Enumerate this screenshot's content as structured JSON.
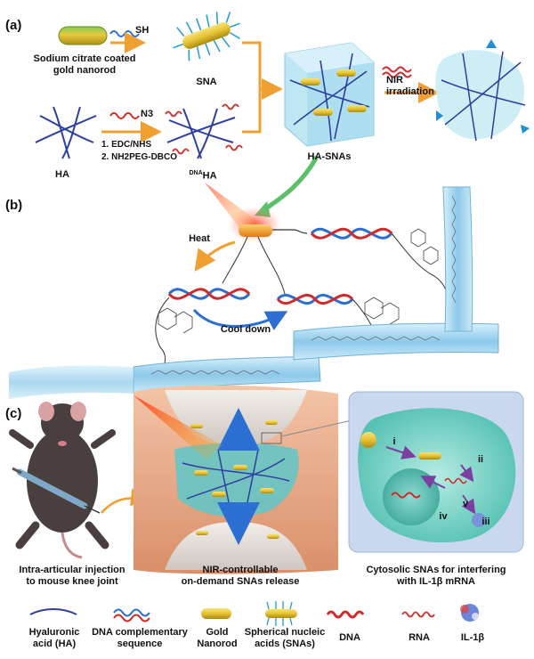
{
  "panel_a": {
    "letter": "(a)",
    "thiol_label": "SH",
    "gold_label_line1": "Sodium citrate coated",
    "gold_label_line2": "gold nanorod",
    "sna_label": "SNA",
    "azide_label": "N3",
    "step1": "1. EDC/NHS",
    "step2": "2. NH2PEG-DBCO",
    "ha_label": "HA",
    "dnaha_sup": "DNA",
    "dnaha_main": "HA",
    "hasnas_label": "HA-SNAs",
    "nir_line1": "NIR",
    "nir_line2": "irradiation"
  },
  "panel_b": {
    "letter": "(b)",
    "heat_label": "Heat",
    "cool_label": "Cool down"
  },
  "panel_c": {
    "letter": "(c)",
    "steps": [
      "i",
      "ii",
      "iii",
      "iv",
      "v"
    ],
    "caption_left_1": "Intra-articular injection",
    "caption_left_2": "to mouse knee joint",
    "caption_mid_1": "NIR-controllable",
    "caption_mid_2": "on-demand SNAs release",
    "caption_right_1": "Cytosolic SNAs for interfering",
    "caption_right_2": "with IL-1β mRNA"
  },
  "legend": [
    {
      "line1": "Hyaluronic",
      "line2": "acid (HA)"
    },
    {
      "line1": "DNA complementary",
      "line2": "sequence"
    },
    {
      "line1": "Gold",
      "line2": "Nanorod"
    },
    {
      "line1": "Spherical nucleic",
      "line2": "acids (SNAs)"
    },
    {
      "line1": "DNA",
      "line2": ""
    },
    {
      "line1": "RNA",
      "line2": ""
    },
    {
      "line1": "IL-1β",
      "line2": ""
    }
  ],
  "colors": {
    "gold": "#e6c233",
    "ha_blue": "#2d3fa0",
    "dna_red": "#d12a2a",
    "dna_blue": "#2a6fd1",
    "orange_arrow": "#f0a030",
    "green_arrow": "#5cc06a",
    "gel": "#9fd6e6",
    "cell": "#7fd3c8"
  }
}
